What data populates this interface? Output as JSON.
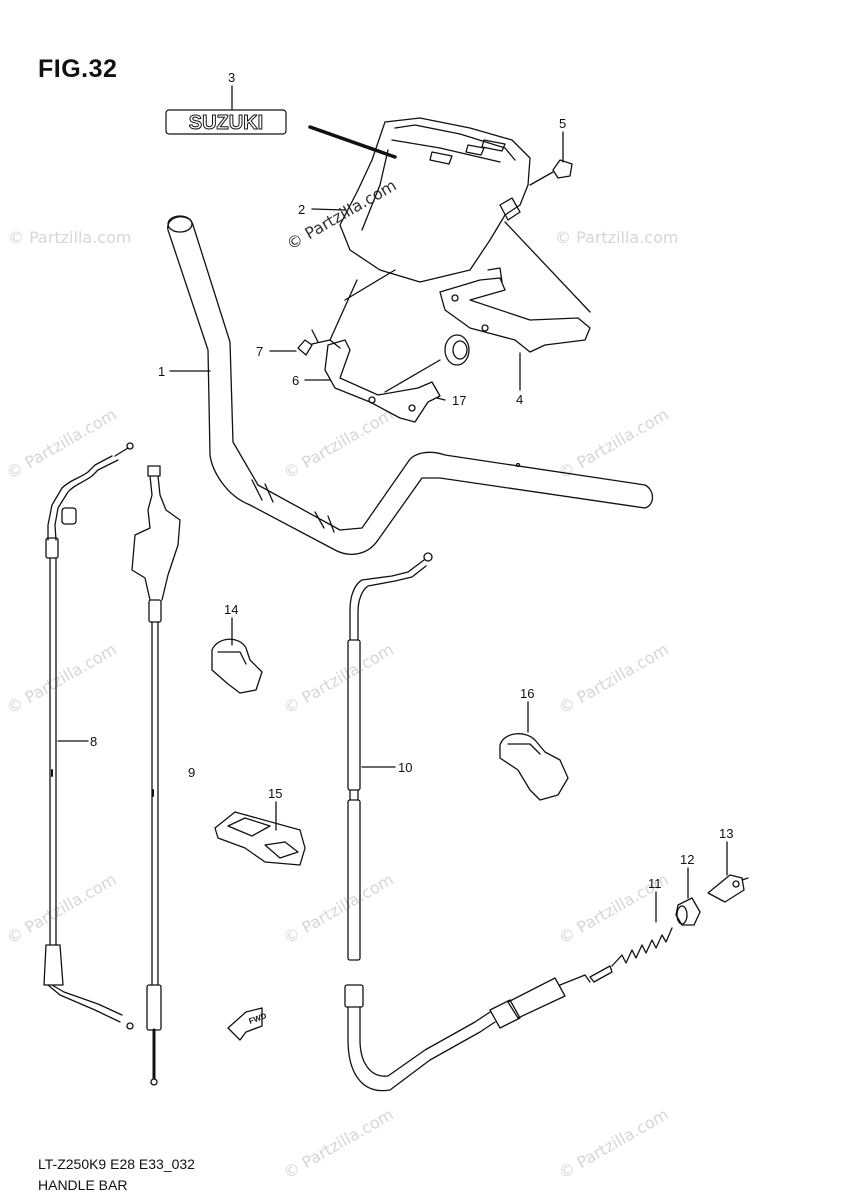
{
  "figure": {
    "title": "FIG.32",
    "code": "LT-Z250K9 E28 E33_032",
    "name": "HANDLE BAR",
    "logo_text": "SUZUKI",
    "direction_text": "FWD"
  },
  "watermark": {
    "text": "© Partzilla.com",
    "color": "#d6d6d6"
  },
  "callouts": [
    {
      "number": "1",
      "part": "handlebar"
    },
    {
      "number": "2",
      "part": "handlebar-cover"
    },
    {
      "number": "3",
      "part": "emblem"
    },
    {
      "number": "4",
      "part": "cover-bracket-right"
    },
    {
      "number": "5",
      "part": "screw"
    },
    {
      "number": "6",
      "part": "cover-bracket-left"
    },
    {
      "number": "7",
      "part": "screw"
    },
    {
      "number": "8",
      "part": "throttle-cable"
    },
    {
      "number": "9",
      "part": "front-brake-cable"
    },
    {
      "number": "10",
      "part": "rear-brake-cable"
    },
    {
      "number": "11",
      "part": "spring"
    },
    {
      "number": "12",
      "part": "boot"
    },
    {
      "number": "13",
      "part": "cable-joint"
    },
    {
      "number": "14",
      "part": "clamp"
    },
    {
      "number": "15",
      "part": "clamp"
    },
    {
      "number": "16",
      "part": "clamp"
    },
    {
      "number": "17",
      "part": "cushion"
    }
  ]
}
